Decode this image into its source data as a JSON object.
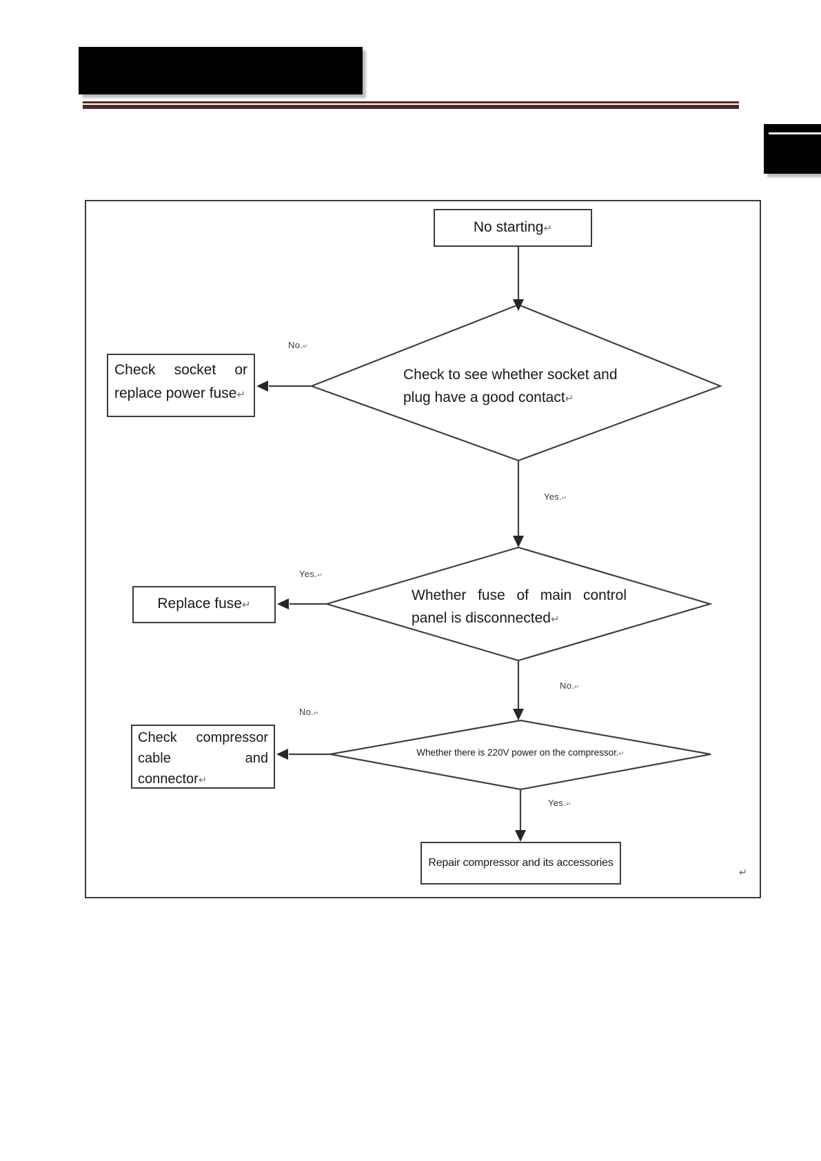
{
  "page": {
    "background": "#ffffff",
    "rule_color": "#512823",
    "return_mark": "↵"
  },
  "flowchart": {
    "line_color": "#3f3f3f",
    "text_color": "#17171f",
    "nodes": {
      "start": {
        "label": "No starting"
      },
      "decision_socket": {
        "lines": [
          "Check to see whether socket and",
          "plug have a good contact"
        ]
      },
      "action_socket": {
        "lines": [
          "Check socket or",
          "replace power fuse"
        ]
      },
      "decision_fuse": {
        "lines": [
          "Whether fuse of main control",
          "panel is disconnected"
        ]
      },
      "action_fuse": {
        "label": "Replace fuse"
      },
      "decision_power": {
        "label": "Whether there is 220V power on the compressor."
      },
      "action_cable": {
        "lines": [
          "Check compressor",
          "cable and",
          "connector"
        ]
      },
      "action_repair": {
        "label": "Repair compressor and its accessories"
      }
    },
    "edge_labels": {
      "no_socket": "No.",
      "yes_socket": "Yes.",
      "yes_fuse": "Yes.",
      "no_fuse": "No.",
      "no_power": "No.",
      "yes_power": "Yes."
    }
  }
}
